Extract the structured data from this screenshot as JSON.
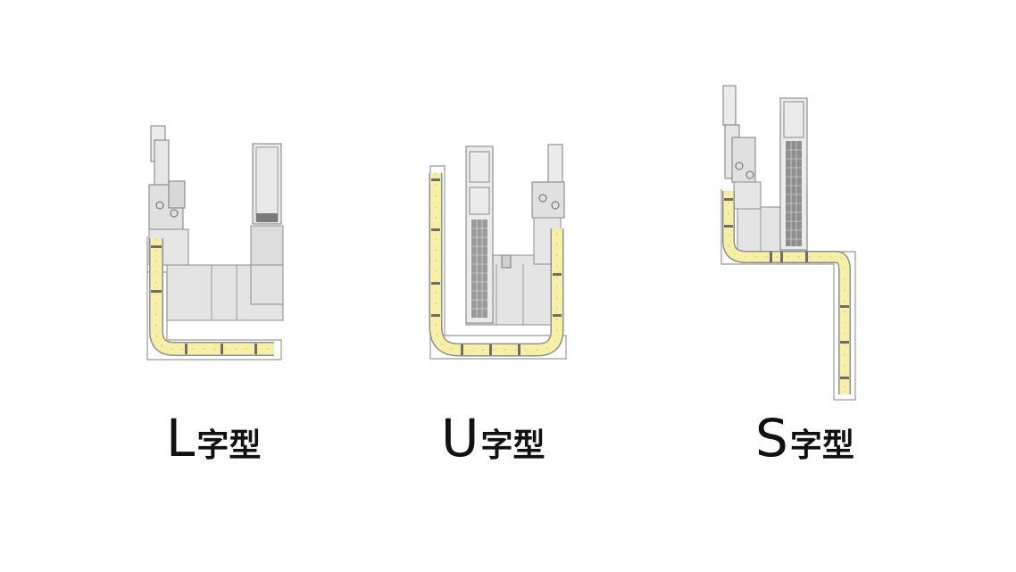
{
  "layouts": [
    {
      "letter": "L",
      "suffix": "字型"
    },
    {
      "letter": "U",
      "suffix": "字型"
    },
    {
      "letter": "S",
      "suffix": "字型"
    }
  ],
  "colors": {
    "conveyor": "#f6f0a6",
    "conveyor_edge": "#9a9a9a",
    "machine": "#e4e4e4",
    "frame": "#9b9b9b",
    "dark": "#555555",
    "text": "#111111"
  }
}
